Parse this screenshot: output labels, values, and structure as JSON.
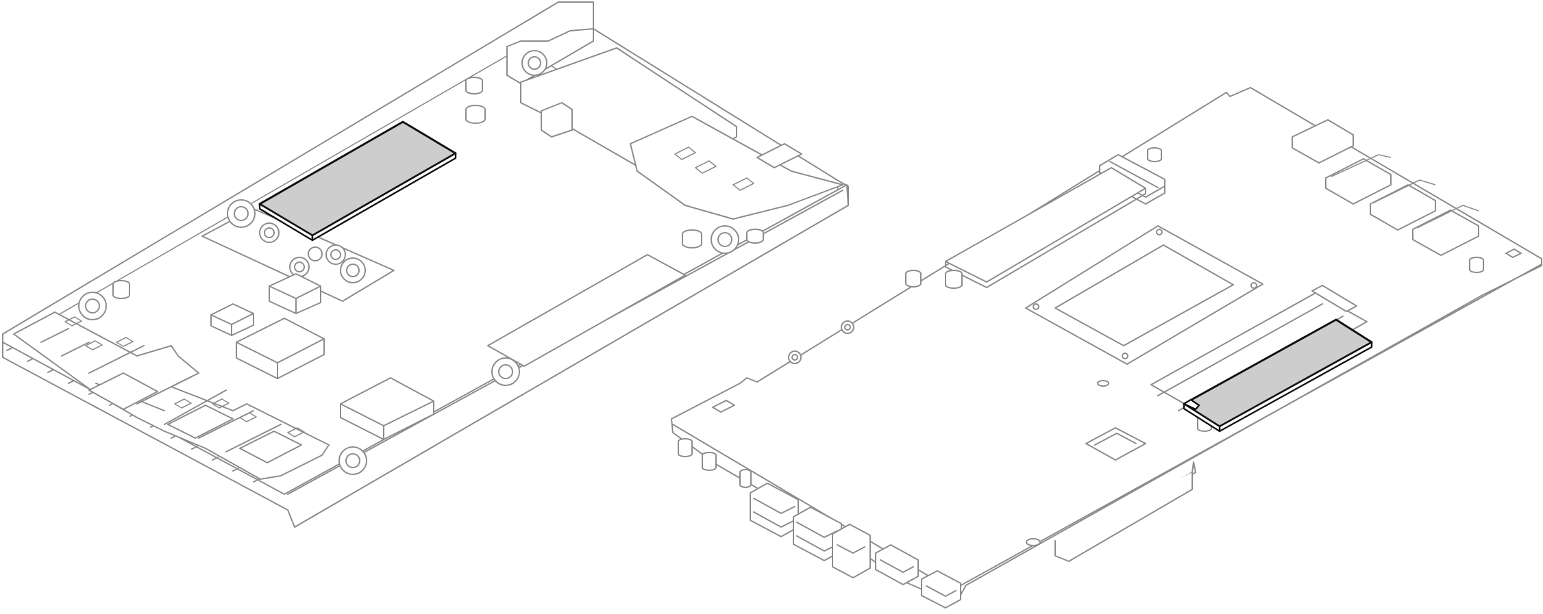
{
  "figure": {
    "highlight_color": "#cdcdcd",
    "highlight_stroke": "#111111",
    "line_color": "#8c8c8c",
    "views": [
      {
        "name": "chassis-bottom-cover",
        "highlighted_part": "thermal-pad"
      },
      {
        "name": "system-board",
        "highlighted_part": "m2-drive"
      }
    ]
  }
}
